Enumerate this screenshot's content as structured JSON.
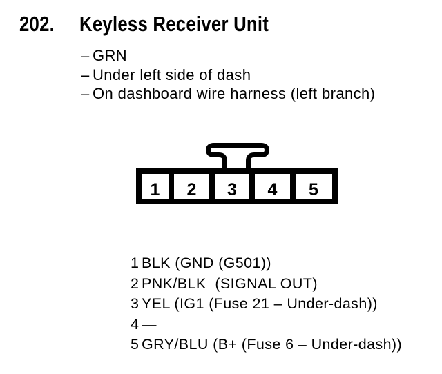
{
  "page": {
    "background": "#ffffff",
    "ink": "#000000"
  },
  "header": {
    "section_number": "202.",
    "title": "Keyless Receiver Unit"
  },
  "notes": {
    "marker": "–",
    "items": [
      "GRN",
      "Under left side of dash",
      "On dashboard wire harness (left branch)"
    ]
  },
  "connector": {
    "pin_numbers": [
      "1",
      "2",
      "3",
      "4",
      "5"
    ]
  },
  "pinout": {
    "rows": [
      {
        "pin": "1",
        "label": "BLK (GND (G501))"
      },
      {
        "pin": "2",
        "label": "PNK/BLK  (SIGNAL OUT)"
      },
      {
        "pin": "3",
        "label": "YEL (IG1 (Fuse 21 – Under-dash))"
      },
      {
        "pin": "4",
        "label": "—"
      },
      {
        "pin": "5",
        "label": "GRY/BLU (B+ (Fuse 6 – Under-dash))"
      }
    ]
  }
}
